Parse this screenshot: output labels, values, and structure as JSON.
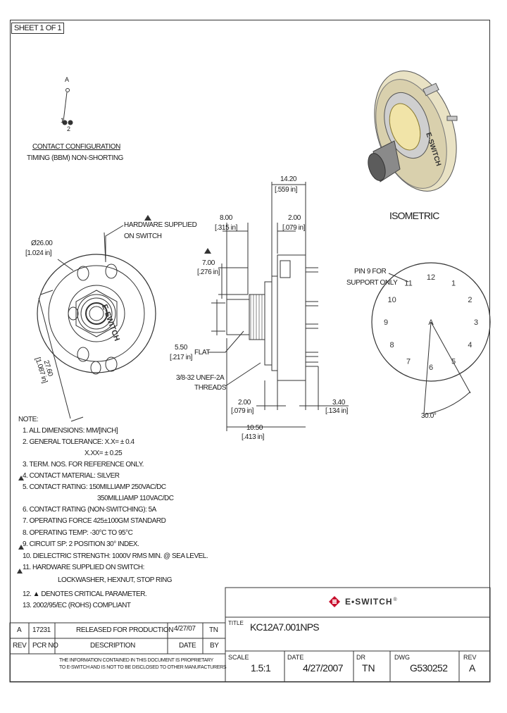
{
  "sheet_label": "SHEET 1 OF 1",
  "contact_config": {
    "label_a": "A",
    "label_num1": "1",
    "label_num2": "2",
    "title": "CONTACT CONFIGURATION",
    "subtitle": "TIMING (BBM) NON-SHORTING"
  },
  "front_view": {
    "dia_mm": "Ø26.00",
    "dia_in": "[1.024 in]",
    "hw_note_line1": "HARDWARE SUPPLIED",
    "hw_note_line2": "ON SWITCH",
    "side_mm": "27.60",
    "side_in": "[1.087 in]",
    "brand_text": "E-SWITCH"
  },
  "side_view": {
    "dim_1420_mm": "14.20",
    "dim_1420_in": "[.559 in]",
    "dim_800_mm": "8.00",
    "dim_800_in": "[.315 in]",
    "dim_200_top_mm": "2.00",
    "dim_200_top_in": "[.079 in]",
    "dim_700_mm": "7.00",
    "dim_700_in": "[.276 in]",
    "dim_550_mm": "5.50",
    "dim_550_in": "[.217 in]",
    "flat_label": "FLAT",
    "thread_line1": "3/8-32 UNEF-2A",
    "thread_line2": "THREADS",
    "dim_200_bot_mm": "2.00",
    "dim_200_bot_in": "[.079 in]",
    "dim_340_mm": "3.40",
    "dim_340_in": "[.134 in]",
    "dim_1050_mm": "10.50",
    "dim_1050_in": "[.413 in]"
  },
  "isometric": {
    "label": "ISOMETRIC",
    "brand_text": "E-SWITCH"
  },
  "rear_view": {
    "pin9_line1": "PIN 9 FOR",
    "pin9_line2": "SUPPORT ONLY",
    "angle": "30.0°",
    "pins": [
      "1",
      "2",
      "3",
      "4",
      "5",
      "6",
      "7",
      "8",
      "9",
      "10",
      "11",
      "12",
      "A"
    ]
  },
  "notes": {
    "header": "NOTE:",
    "items": [
      "1. ALL DIMENSIONS: MM/[INCH]",
      "2. GENERAL TOLERANCE: X.X= ± 0.4",
      "X.XX= ± 0.25",
      "3. TERM. NOS. FOR REFERENCE ONLY.",
      "4. CONTACT MATERIAL: SILVER",
      "5. CONTACT RATING: 150MILLIAMP 250VAC/DC",
      "350MILLIAMP 110VAC/DC",
      "6. CONTACT RATING (NON-SWITCHING): 5A",
      "7. OPERATING FORCE 425±100GM STANDARD",
      "8. OPERATING TEMP: -30°C TO 95°C",
      "9. CIRCUIT SP: 2 POSITION 30° INDEX.",
      "10. DIELECTRIC STRENGTH: 1000V RMS MIN. @ SEA LEVEL.",
      "11. HARDWARE SUPPLIED ON SWITCH:",
      "LOCKWASHER, HEXNUT, STOP RING",
      "12. ▲ DENOTES CRITICAL PARAMETER.",
      "13. 2002/95/EC (ROHS) COMPLIANT"
    ]
  },
  "revision_table": {
    "row": {
      "rev": "A",
      "pcr": "17231",
      "desc": "RELEASED FOR PRODUCTION",
      "date": "4/27/07",
      "by": "TN"
    },
    "headers": {
      "rev": "REV",
      "pcr": "PCR NO",
      "desc": "DESCRIPTION",
      "date": "DATE",
      "by": "BY"
    },
    "proprietary_line1": "THE INFORMATION CONTAINED IN THIS DOCUMENT IS PROPRIETARY",
    "proprietary_line2": "TO E-SWITCH AND IS NOT TO BE DISCLOSED TO OTHER MANUFACTURERS"
  },
  "title_block": {
    "logo_text": "E•SWITCH",
    "logo_tm": "®",
    "title_label": "TITLE",
    "title_value": "KC12A7.001NPS",
    "scale_label": "SCALE",
    "scale_value": "1.5:1",
    "date_label": "DATE",
    "date_value": "4/27/2007",
    "dr_label": "DR",
    "dr_value": "TN",
    "dwg_label": "DWG",
    "dwg_value": "G530252",
    "rev_label": "REV",
    "rev_value": "A"
  },
  "colors": {
    "logo_red": "#c8102e",
    "line": "#333333",
    "iso_cream": "#e9e2c4",
    "iso_gray": "#8a8a8a"
  }
}
